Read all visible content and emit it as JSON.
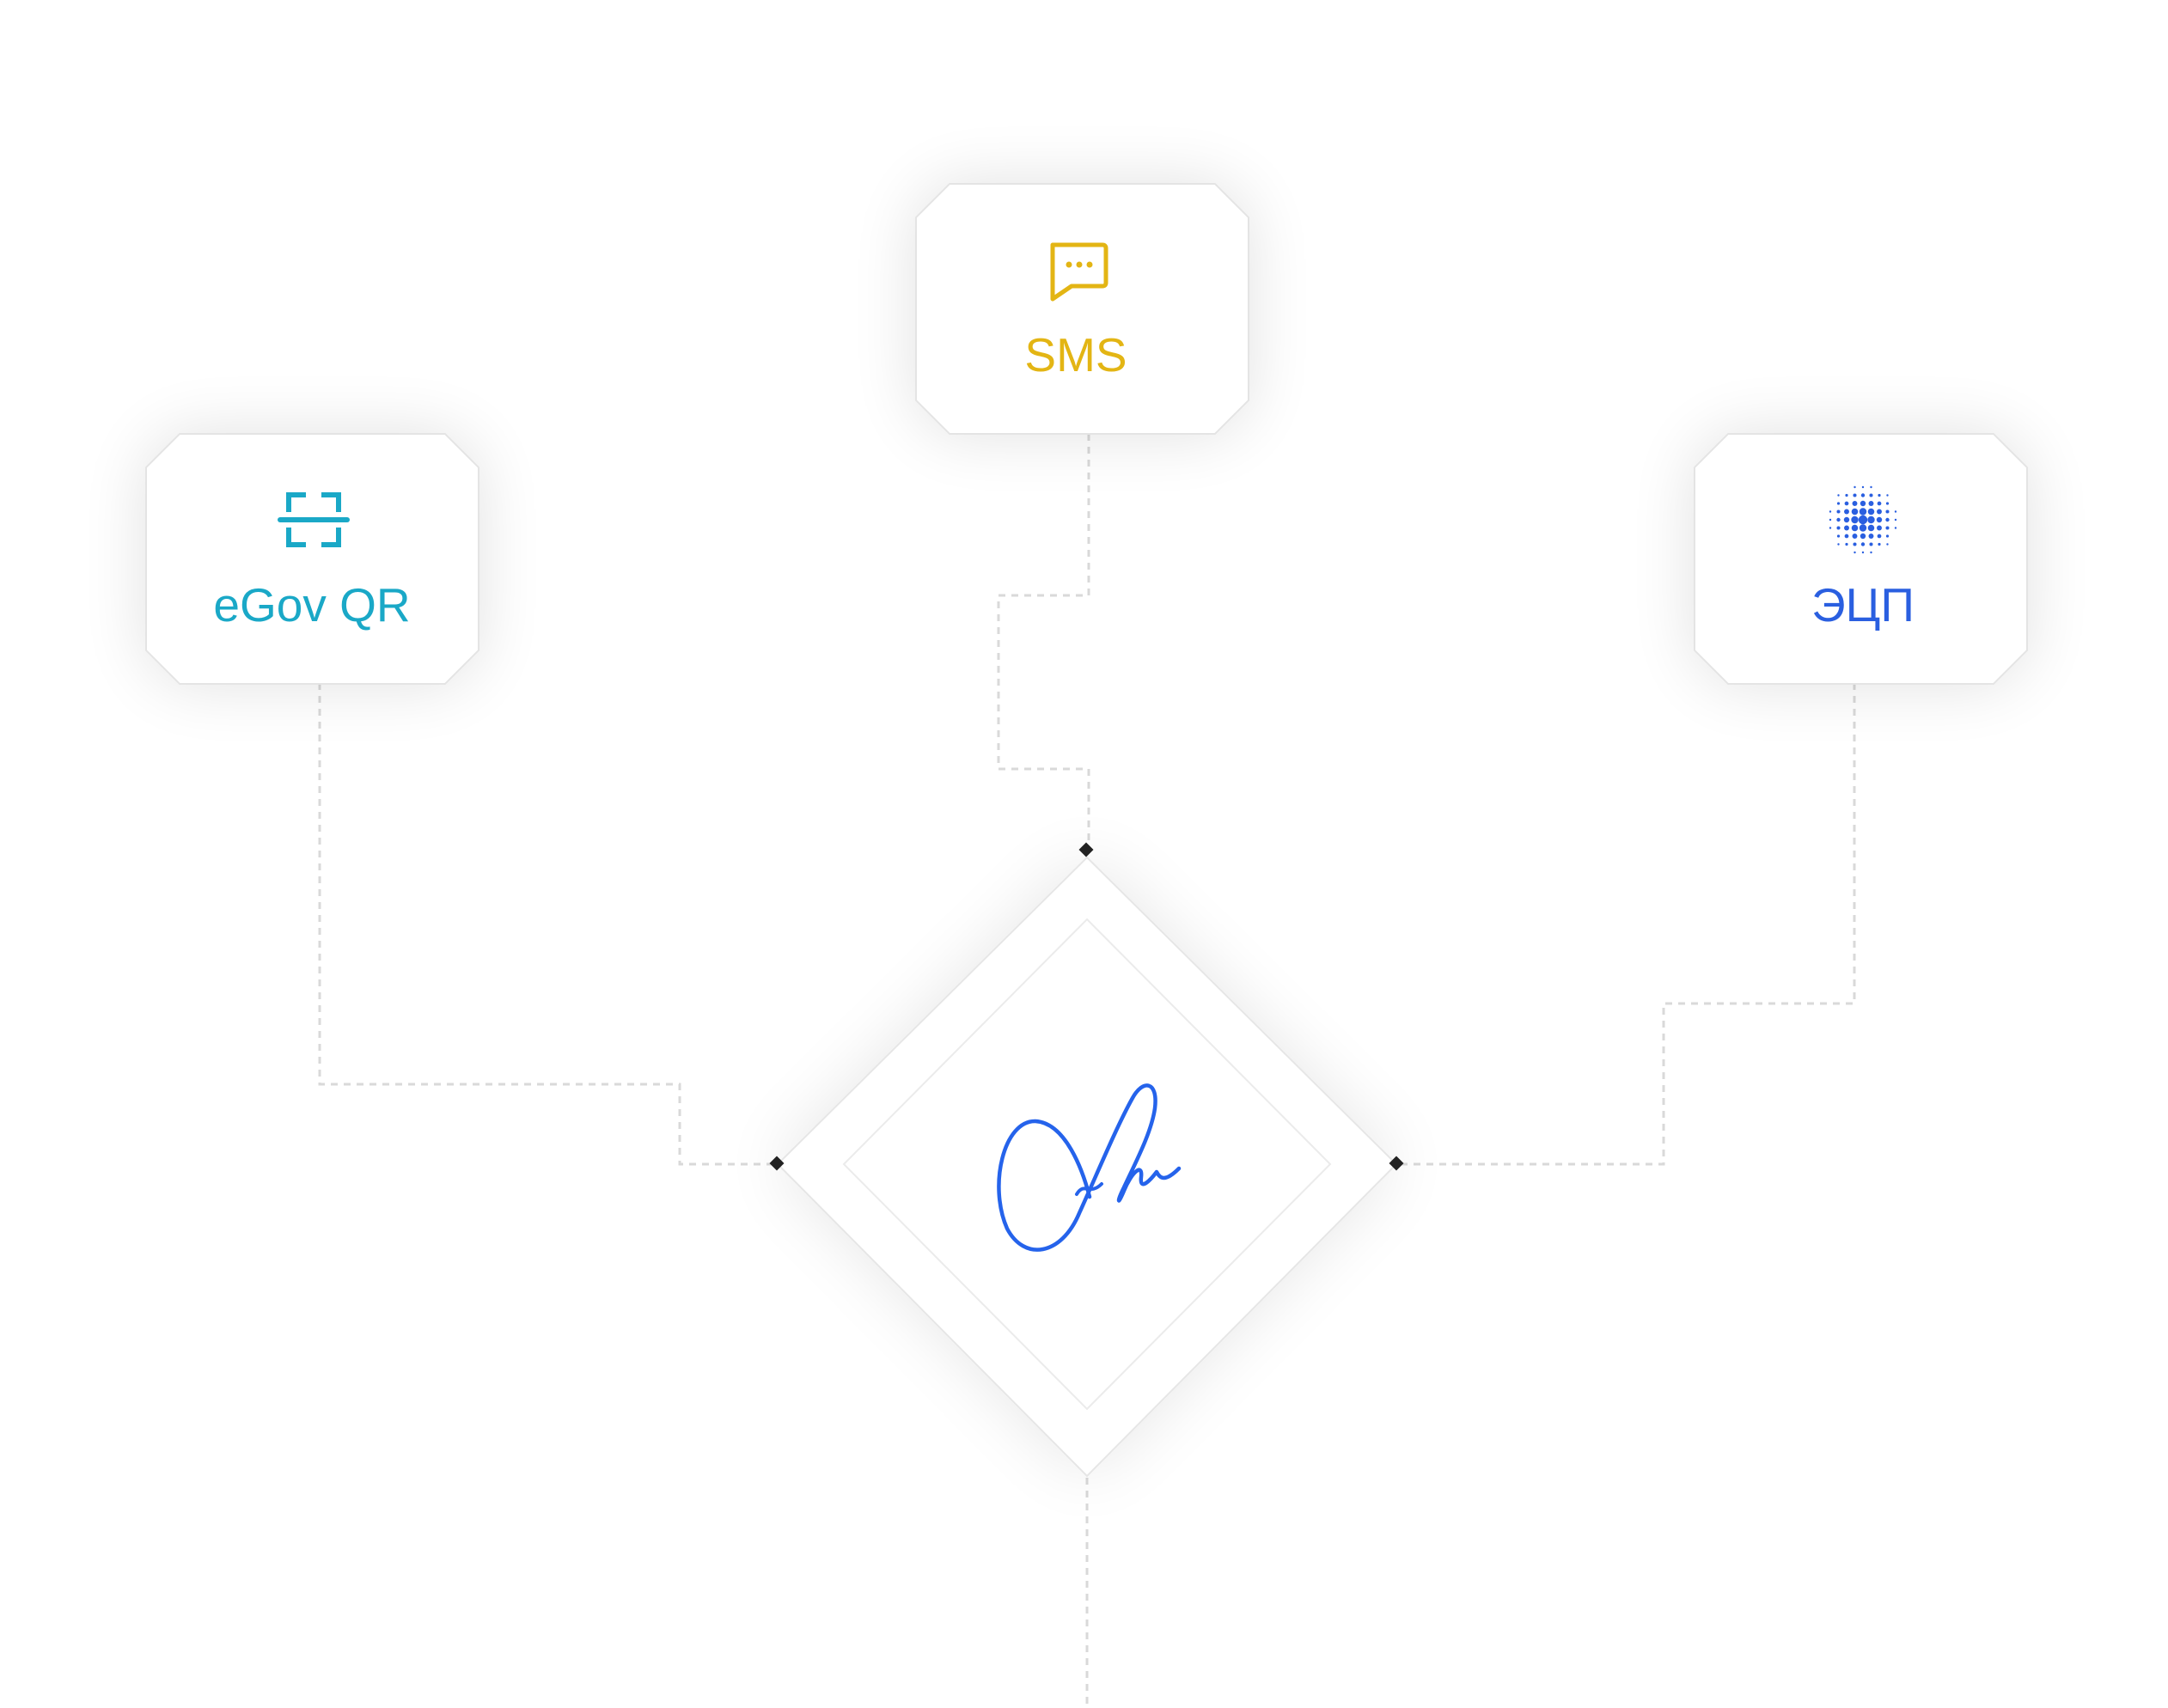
{
  "colors": {
    "egov": "#1AA8C7",
    "sms": "#E3B514",
    "ecp": "#2A5FE0",
    "signature": "#2563EB",
    "connector": "#d9d9d9",
    "card_border": "#e4e4e4",
    "node": "#222222"
  },
  "methods": [
    {
      "id": "egov",
      "label": "eGov QR",
      "icon": "qr-scan-icon"
    },
    {
      "id": "sms",
      "label": "SMS",
      "icon": "chat-bubble-icon"
    },
    {
      "id": "ecp",
      "label": "ЭЦП",
      "icon": "dot-grid-icon"
    }
  ],
  "center": {
    "icon": "signature-icon"
  }
}
